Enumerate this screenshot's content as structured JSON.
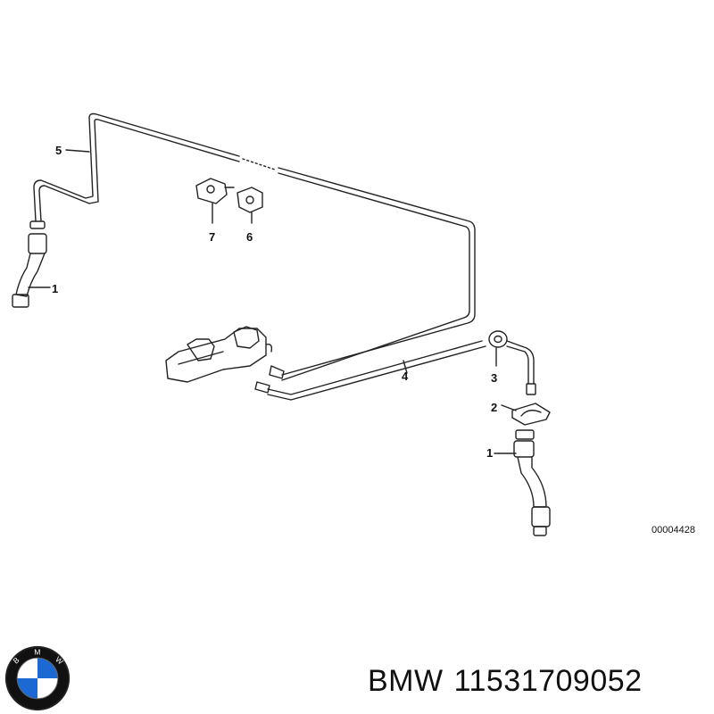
{
  "diagram": {
    "reference_code": "00004428",
    "callouts": {
      "p1_top": "1",
      "p1_bottom": "1",
      "p2": "2",
      "p3": "3",
      "p4": "4",
      "p5": "5",
      "p6": "6",
      "p7": "7"
    }
  },
  "footer": {
    "brand": "BMW",
    "part_number": "11531709052"
  },
  "logo": {
    "letters": "BMW",
    "colors": {
      "blue": "#1c69d4",
      "white": "#ffffff",
      "ring": "#111111"
    }
  }
}
